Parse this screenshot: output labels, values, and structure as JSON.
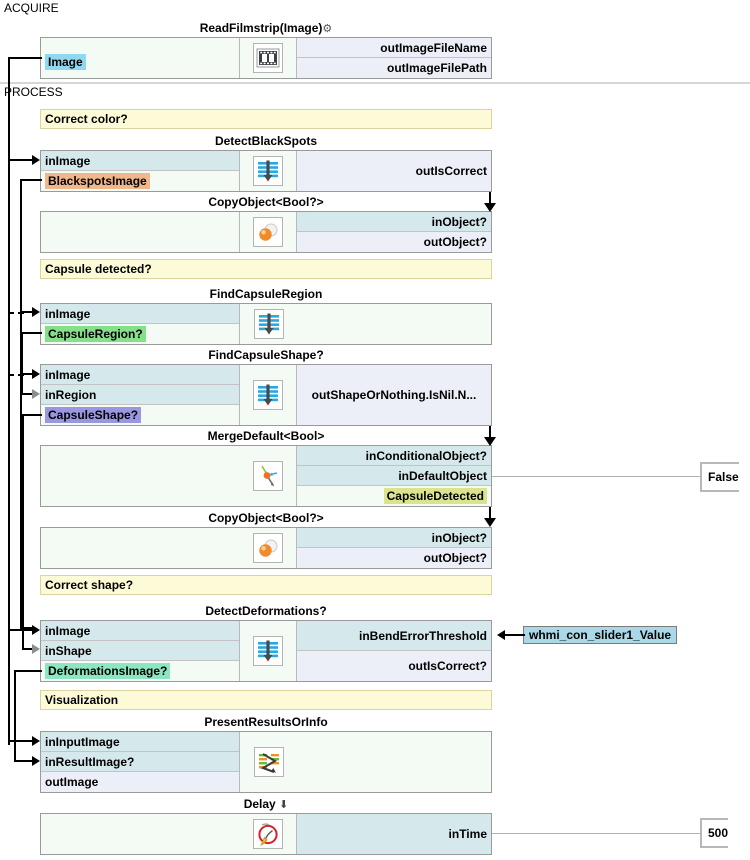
{
  "sections": [
    {
      "label": "ACQUIRE"
    },
    {
      "label": "PROCESS"
    }
  ],
  "notes": [
    {
      "text": "Correct color?"
    },
    {
      "text": "Capsule detected?"
    },
    {
      "text": "Correct shape?"
    },
    {
      "text": "Visualization"
    }
  ],
  "blocks": [
    {
      "title": "ReadFilmstrip(Image)",
      "title_suffix": "⚙",
      "icon": "filmstrip-icon",
      "left_ports": [
        {
          "label": "Image",
          "chip": "blue"
        }
      ],
      "right_ports": [
        {
          "label": "outImageFileName"
        },
        {
          "label": "outImageFilePath"
        }
      ]
    },
    {
      "title": "DetectBlackSpots",
      "icon": "image-threshold-icon",
      "left_ports": [
        {
          "label": "inImage",
          "kind": "in"
        },
        {
          "label": "BlackspotsImage",
          "chip": "orange"
        }
      ],
      "right_ports": [
        {
          "label": "outIsCorrect"
        }
      ]
    },
    {
      "title": "CopyObject<Bool?>",
      "icon": "copy-object-icon",
      "left_ports": [],
      "right_ports": [
        {
          "label": "inObject?",
          "kind": "in"
        },
        {
          "label": "outObject?",
          "kind": "out"
        }
      ]
    },
    {
      "title": "FindCapsuleRegion",
      "icon": "image-threshold-icon",
      "left_ports": [
        {
          "label": "inImage",
          "kind": "in"
        },
        {
          "label": "CapsuleRegion?",
          "chip": "green"
        }
      ],
      "right_ports": []
    },
    {
      "title": "FindCapsuleShape?",
      "icon": "image-threshold-icon",
      "left_ports": [
        {
          "label": "inImage",
          "kind": "in"
        },
        {
          "label": "inRegion",
          "kind": "in"
        },
        {
          "label": "CapsuleShape?",
          "chip": "purple"
        }
      ],
      "right_ports": [
        {
          "label": "outShapeOrNothing.IsNil.N..."
        }
      ]
    },
    {
      "title": "MergeDefault<Bool>",
      "icon": "merge-default-icon",
      "left_ports": [],
      "right_ports": [
        {
          "label": "inConditionalObject?",
          "kind": "in"
        },
        {
          "label": "inDefaultObject",
          "kind": "in"
        },
        {
          "label": "CapsuleDetected",
          "chip": "olive"
        }
      ]
    },
    {
      "title": "CopyObject<Bool?>",
      "icon": "copy-object-icon",
      "left_ports": [],
      "right_ports": [
        {
          "label": "inObject?",
          "kind": "in"
        },
        {
          "label": "outObject?",
          "kind": "out"
        }
      ]
    },
    {
      "title": "DetectDeformations?",
      "icon": "image-threshold-icon",
      "left_ports": [
        {
          "label": "inImage",
          "kind": "in"
        },
        {
          "label": "inShape",
          "kind": "in"
        },
        {
          "label": "DeformationsImage?",
          "chip": "mint"
        }
      ],
      "right_ports": [
        {
          "label": "inBendErrorThreshold",
          "kind": "in"
        },
        {
          "label": "outIsCorrect?",
          "kind": "out"
        }
      ]
    },
    {
      "title": "PresentResultsOrInfo",
      "icon": "present-results-icon",
      "left_ports": [
        {
          "label": "inInputImage",
          "kind": "in"
        },
        {
          "label": "inResultImage?",
          "kind": "in"
        },
        {
          "label": "outImage",
          "kind": "out"
        }
      ],
      "right_ports": []
    },
    {
      "title": "Delay",
      "title_suffix": "⬇",
      "icon": "clock-icon",
      "left_ports": [],
      "right_ports": [
        {
          "label": "inTime",
          "kind": "in"
        }
      ]
    }
  ],
  "external_values": [
    {
      "name": "false-literal",
      "text": "False"
    },
    {
      "name": "delay-time-literal",
      "text": "500"
    }
  ],
  "external_chips": [
    {
      "name": "hmi-slider-value",
      "text": "whmi_con_slider1_Value"
    }
  ],
  "colors": {
    "port_in": "#d5e8ec",
    "port_out": "#eceef8",
    "block_bg": "#f4fbf4",
    "note_bg": "#fdfbd7",
    "chip_blue": "#8fd8ef",
    "chip_orange": "#f0b68c",
    "chip_green": "#86e08a",
    "chip_purple": "#9a96e0",
    "chip_mint": "#8ce6bf",
    "chip_olive": "#dbe38c",
    "wire": "#000000",
    "wire_grey": "#b0b0b0"
  }
}
